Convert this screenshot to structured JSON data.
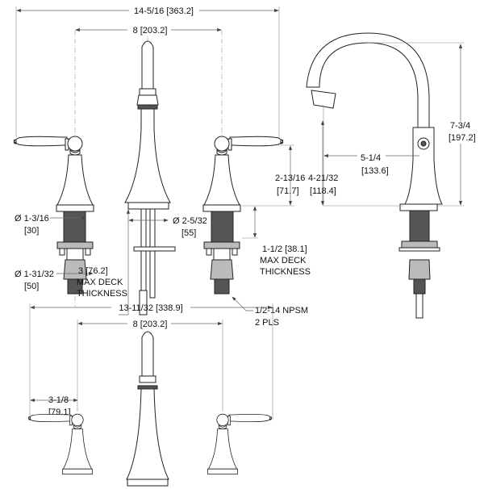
{
  "top_view": {
    "overall_width": "14-5/16  [363.2]",
    "center_spacing": "8  [203.2]",
    "shank_dia": "Ø 1-3/16",
    "shank_dia_mm": "[30]",
    "nut_dia": "Ø 1-31/32",
    "nut_dia_mm": "[50]",
    "spout_base_dia": "Ø 2-5/32",
    "spout_base_dia_mm": "[55]",
    "spout_deck": [
      "3 [76.2]",
      "MAX DECK",
      "THICKNESS"
    ],
    "handle_height": "2-13/16",
    "handle_height_mm": "[71.7]",
    "aerator_height": "4-21/32",
    "aerator_height_mm": "[118.4]",
    "handle_deck": [
      "1-1/2 [38.1]",
      "MAX DECK",
      "THICKNESS"
    ],
    "connection": [
      "1/2-14 NPSM",
      "2 PLS"
    ],
    "spout_reach": "5-1/4",
    "spout_reach_mm": "[133.6]",
    "spout_height": "7-3/4",
    "spout_height_mm": "[197.2]"
  },
  "bottom_view": {
    "overall_width": "13-11/32  [338.9]",
    "center_spacing": "8  [203.2]",
    "handle_offset": "3-1/8",
    "handle_offset_mm": "[79.1]"
  }
}
